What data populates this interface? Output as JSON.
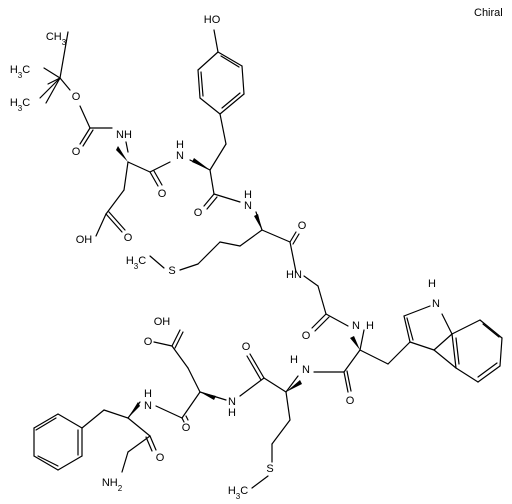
{
  "chirality_label": "Chiral",
  "atoms": {
    "tyr_oh": "HO",
    "boc_ch3_top": "CH3",
    "boc_ch3_left": "H3C",
    "boc_ch3_mid": "H3C",
    "boc_o_ester": "O",
    "boc_o_carbonyl": "O",
    "asp1_nh": "NH",
    "asp1_oh": "OH",
    "asp1_o_acid": "O",
    "asp1_o_amide": "O",
    "tyr_nh": "N",
    "tyr_h": "H",
    "tyr_o": "O",
    "met1_nh": "N",
    "met1_h": "H",
    "met1_s": "S",
    "met1_ch3": "H3C",
    "met1_o": "O",
    "gly_nh": "HN",
    "gly_o": "O",
    "trp_nh": "N",
    "trp_h": "H",
    "trp_indole_nh": "H",
    "trp_indole_n": "N",
    "trp_o": "O",
    "met2_nh": "N",
    "met2_h": "H",
    "met2_o": "O",
    "met2_s": "S",
    "met2_ch3": "H3C",
    "asp2_oh": "OH",
    "asp2_o_acid": "O",
    "asp2_nh": "N",
    "asp2_h": "H",
    "asp2_o": "O",
    "phe_nh": "N",
    "phe_h": "H",
    "phe_o": "O",
    "phe_nh2": "NH2"
  }
}
